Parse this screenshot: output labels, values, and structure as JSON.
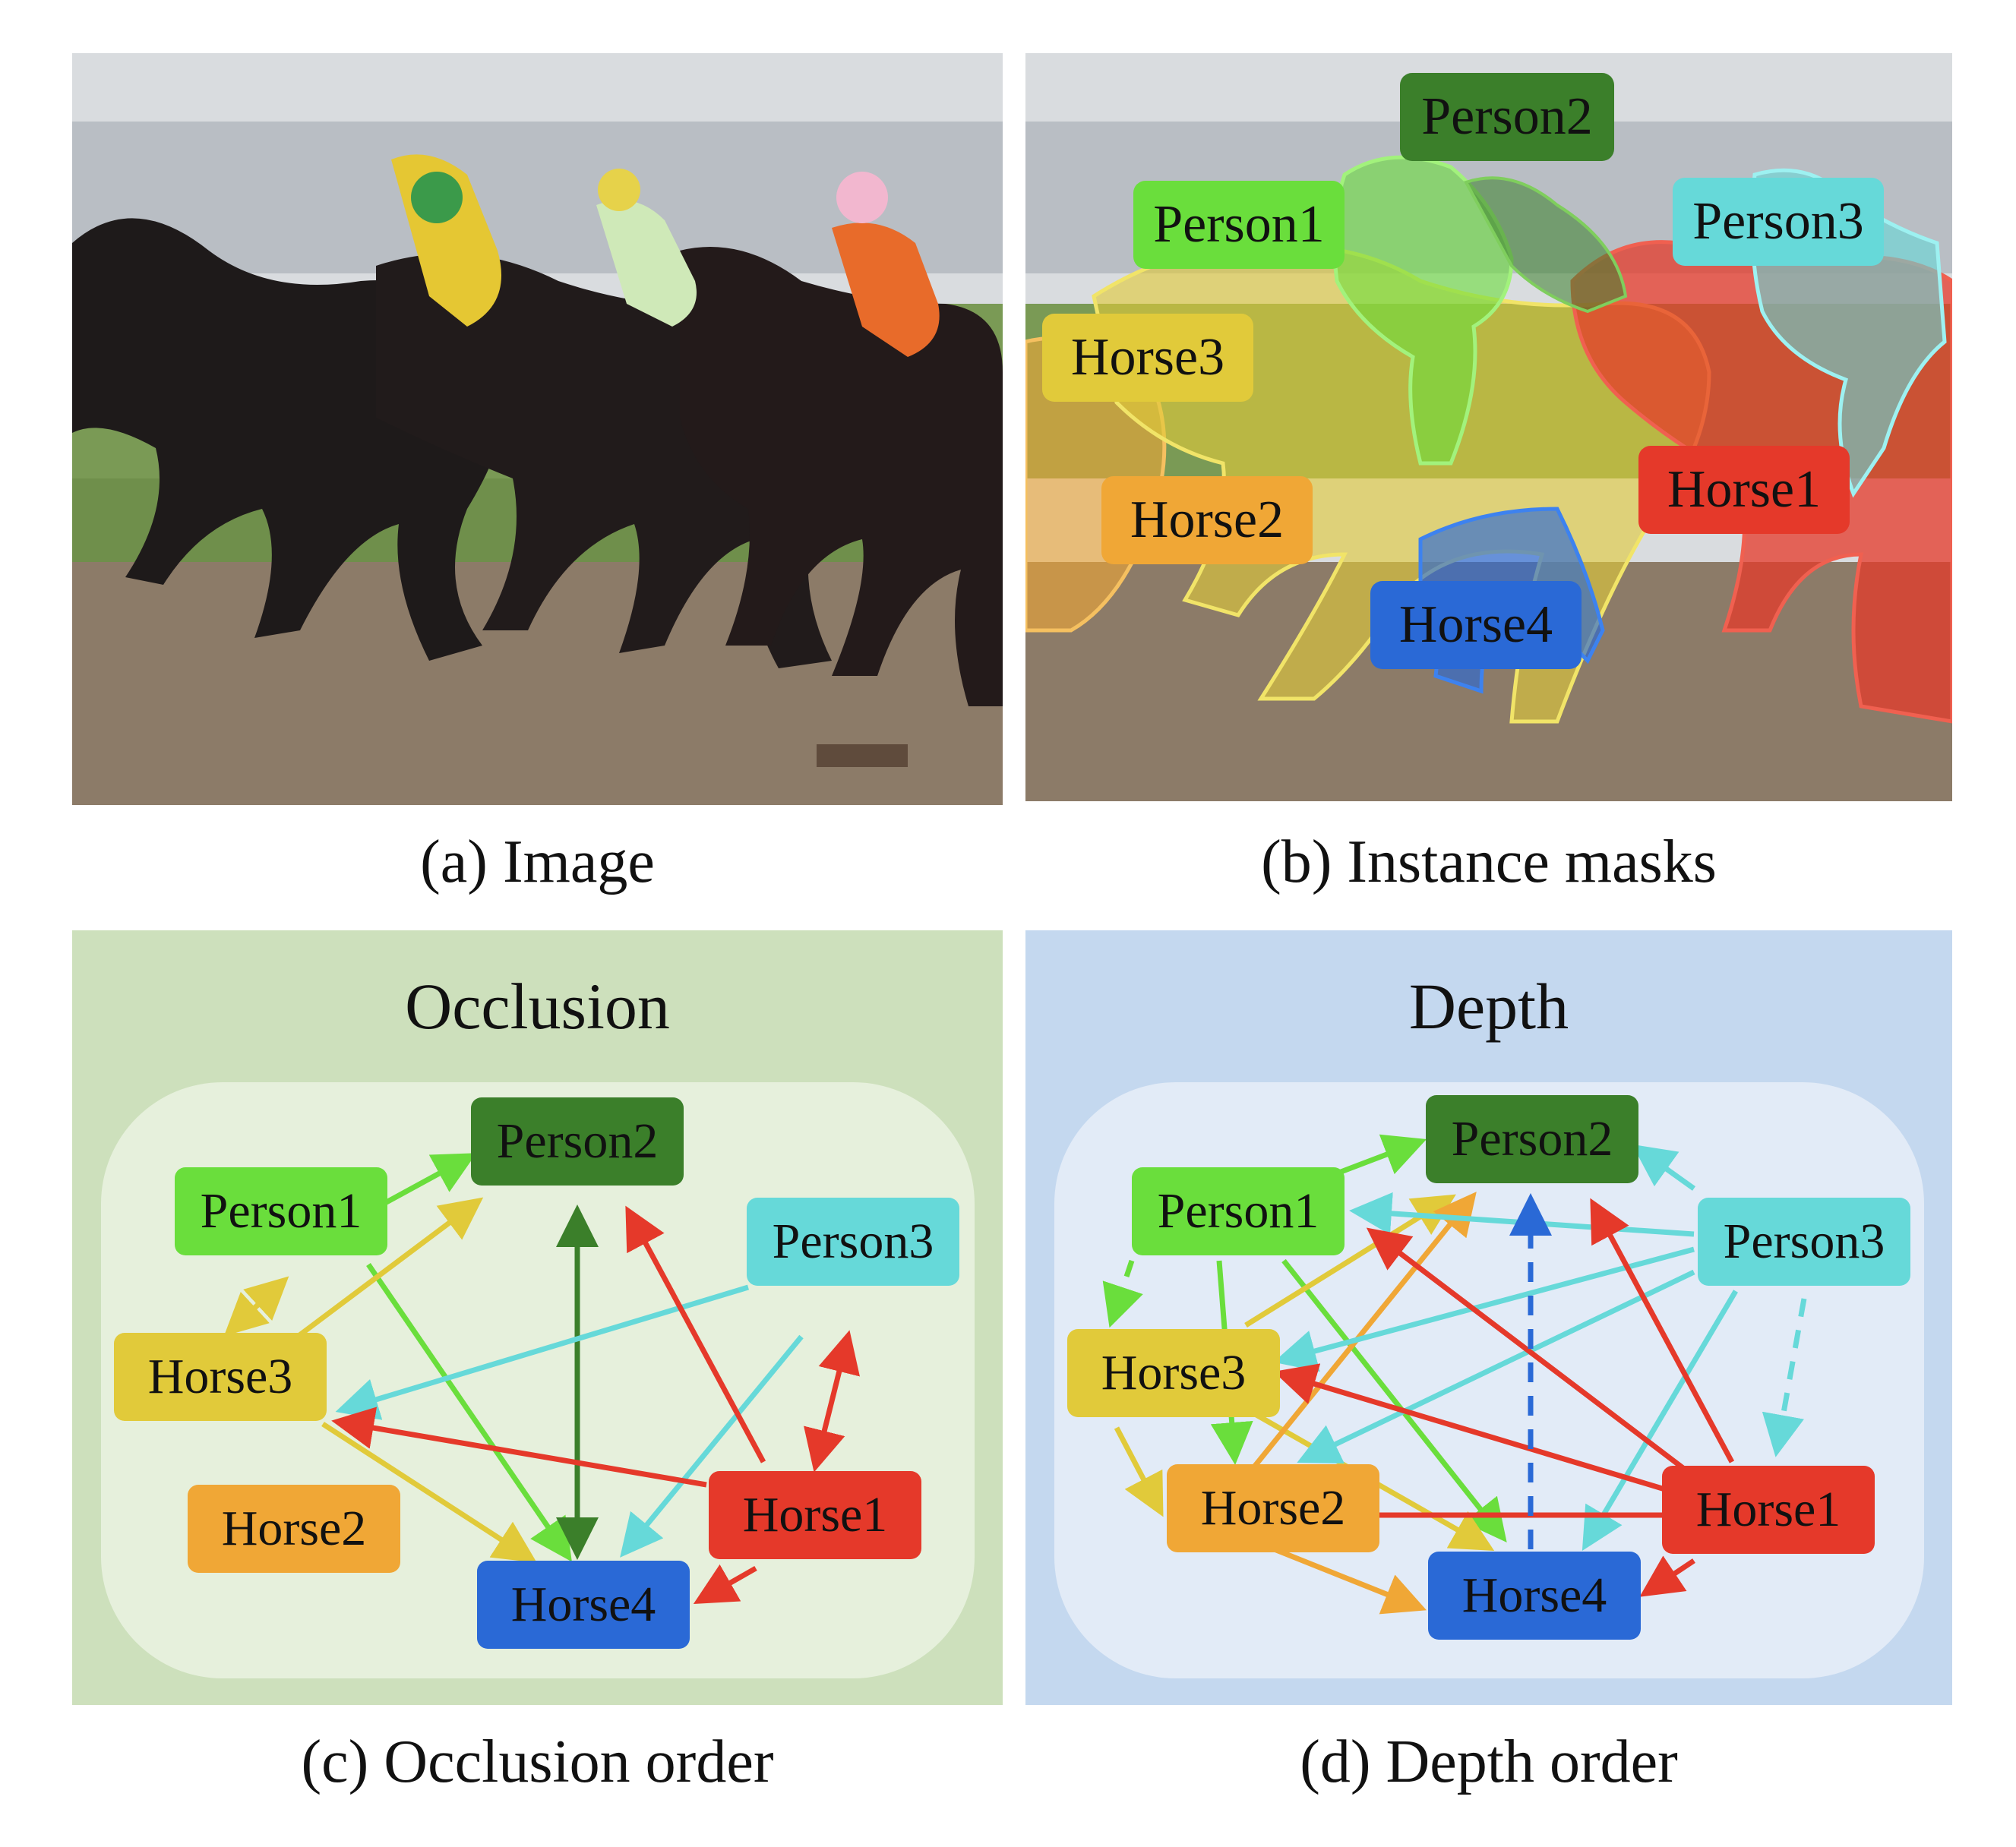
{
  "captions": {
    "a": "(a) Image",
    "b": "(b) Instance masks",
    "c": "(c) Occlusion order",
    "d": "(d) Depth order"
  },
  "mask_labels": {
    "person2": "Person2",
    "person1": "Person1",
    "person3": "Person3",
    "horse3": "Horse3",
    "horse2": "Horse2",
    "horse1": "Horse1",
    "horse4": "Horse4"
  },
  "colors": {
    "person1": "#6ade3c",
    "person2": "#3b7f2a",
    "person3": "#66d9d9",
    "horse1": "#e5392a",
    "horse2": "#f0a736",
    "horse3": "#e1ca3a",
    "horse4": "#2a69d6",
    "occlusion_bg": "#cde0bc",
    "occlusion_inner": "#e6f0dc",
    "depth_bg": "#c4d8ef",
    "depth_inner": "#e2ebf7"
  },
  "occlusion": {
    "title": "Occlusion",
    "nodes": {
      "person2": "Person2",
      "person1": "Person1",
      "person3": "Person3",
      "horse3": "Horse3",
      "horse2": "Horse2",
      "horse1": "Horse1",
      "horse4": "Horse4"
    }
  },
  "depth": {
    "title": "Depth",
    "nodes": {
      "person2": "Person2",
      "person1": "Person1",
      "person3": "Person3",
      "horse3": "Horse3",
      "horse2": "Horse2",
      "horse1": "Horse1",
      "horse4": "Horse4"
    }
  }
}
